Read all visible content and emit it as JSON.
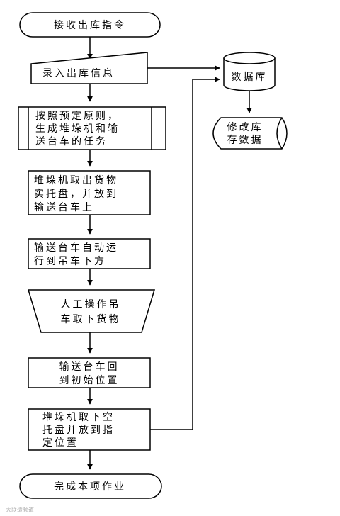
{
  "nodes": {
    "start": "接收出库指令",
    "input": "录入出库信息",
    "process1": [
      "按照预定原则，",
      "生成堆垛机和输",
      "送台车的任务"
    ],
    "step2": [
      "堆垛机取出货物",
      "实托盘，并放到",
      "输送台车上"
    ],
    "step3": [
      "输送台车自动运",
      "行到吊车下方"
    ],
    "manual": [
      "人工操作吊",
      "车取下货物"
    ],
    "step4": [
      "输送台车回",
      "到初始位置"
    ],
    "step5": [
      "堆垛机取下空",
      "托盘并放到指",
      "定位置"
    ],
    "end": "完成本项作业",
    "database": "数据库",
    "display": [
      "修改库",
      "存数据"
    ]
  },
  "watermark": "大联遭频道"
}
